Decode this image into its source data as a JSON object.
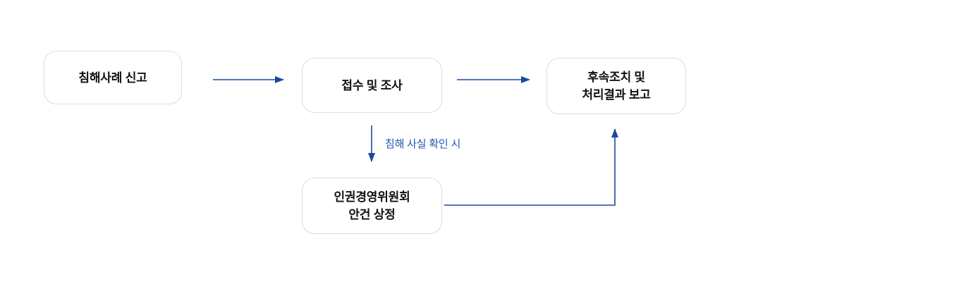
{
  "diagram": {
    "type": "flowchart",
    "nodes": [
      {
        "id": "report",
        "lines": [
          "침해사례 신고"
        ]
      },
      {
        "id": "receive",
        "lines": [
          "접수 및 조사"
        ]
      },
      {
        "id": "followup",
        "lines": [
          "후속조치 및",
          "처리결과 보고"
        ]
      },
      {
        "id": "committee",
        "lines": [
          "인권경영위원회",
          "안건 상정"
        ]
      }
    ],
    "edges": [
      {
        "from": "report",
        "to": "receive",
        "label": ""
      },
      {
        "from": "receive",
        "to": "followup",
        "label": ""
      },
      {
        "from": "receive",
        "to": "committee",
        "label": "침해 사실 확인 시"
      },
      {
        "from": "committee",
        "to": "followup",
        "label": ""
      }
    ],
    "edge_label": "침해 사실 확인 시",
    "colors": {
      "arrow": "#1a4a9f",
      "edge_label": "#2057ba",
      "node_border": "#dcdcdc",
      "node_text": "#111111",
      "background": "#ffffff"
    }
  }
}
